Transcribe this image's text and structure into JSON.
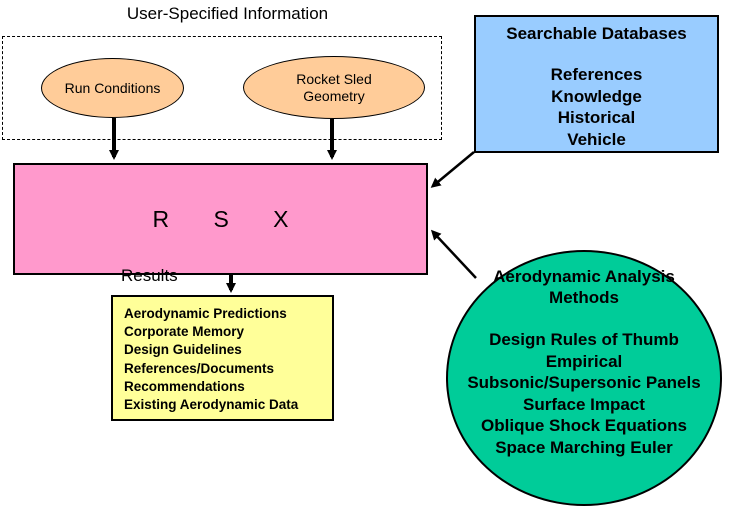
{
  "user_info": {
    "title": "User-Specified Information",
    "run_conditions": "Run Conditions",
    "rocket_sled_line1": "Rocket Sled",
    "rocket_sled_line2": "Geometry"
  },
  "databases": {
    "title": "Searchable Databases",
    "items": [
      "References",
      "Knowledge",
      "Historical",
      "Vehicle"
    ]
  },
  "rsx": {
    "label": "R S X"
  },
  "results": {
    "label": "Results",
    "items": [
      "Aerodynamic Predictions",
      "Corporate Memory",
      "Design Guidelines",
      "References/Documents",
      "Recommendations",
      "Existing Aerodynamic Data"
    ]
  },
  "methods": {
    "title_line1": "Aerodynamic Analysis",
    "title_line2": "Methods",
    "items": [
      "Design Rules of Thumb",
      "Empirical",
      "Subsonic/Supersonic Panels",
      "Surface Impact",
      "Oblique Shock Equations",
      "Space Marching Euler"
    ]
  },
  "colors": {
    "oval_fill": "#ffcc99",
    "database_fill": "#99ccff",
    "rsx_fill": "#ff99cc",
    "results_fill": "#ffff99",
    "methods_fill": "#00cc99"
  }
}
